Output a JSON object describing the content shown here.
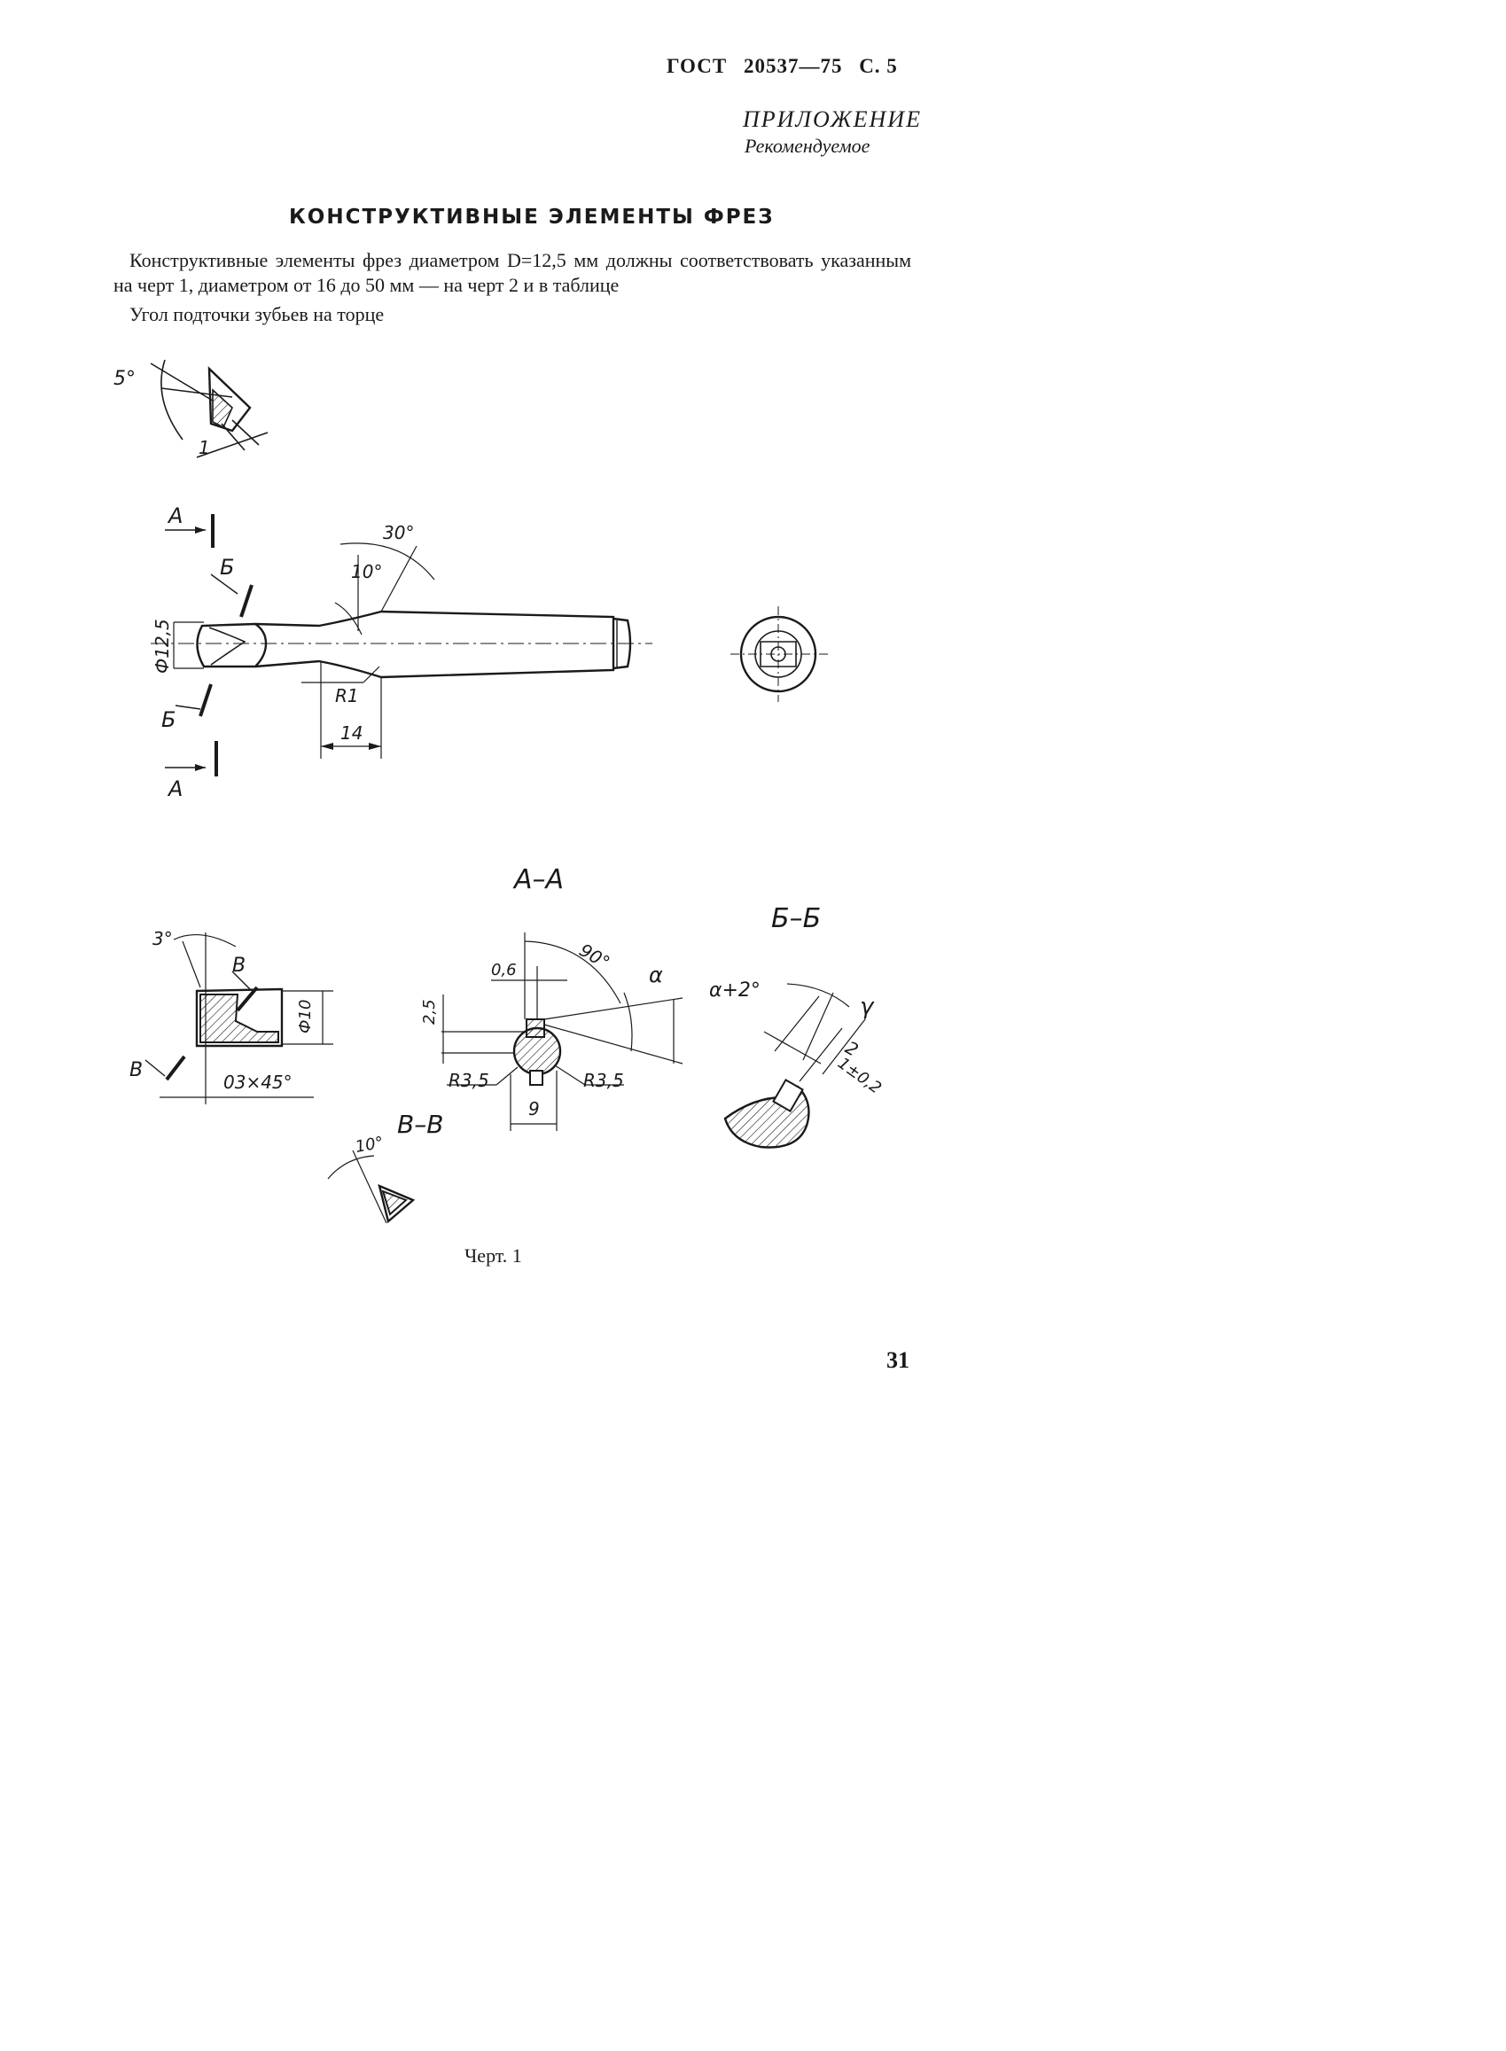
{
  "header": {
    "standard": "ГОСТ",
    "number": "20537—75",
    "page_ref": "С. 5"
  },
  "appendix": {
    "label": "ПРИЛОЖЕНИЕ",
    "status": "Рекомендуемое"
  },
  "title": "КОНСТРУКТИВНЫЕ ЭЛЕМЕНТЫ ФРЕЗ",
  "paragraphs": [
    "Конструктивные элементы фрез диаметром D=12,5 мм должны соответствовать указанным на черт 1, диаметром от 16 до 50 мм — на черт 2 и в таблице",
    "Угол подточки зубьев на торце"
  ],
  "drawing_labels": {
    "angle_5": "5°",
    "dim_1": "1",
    "section_A_top": "А",
    "section_A_bottom": "А",
    "section_B_top": "Б",
    "section_B_bottom": "Б",
    "angle_30": "30°",
    "angle_10": "10°",
    "dia_12_5": "Ф12,5",
    "radius_R1": "R1",
    "dim_14": "14",
    "view_AA": "А–А",
    "view_BB": "Б–Б",
    "angle_3": "3°",
    "label_V_top": "В",
    "label_V_bottom": "В",
    "dia_10": "Ф10",
    "chamfer": "03×45°",
    "angle_90": "90°",
    "dim_0_6": "0,6",
    "dim_2_5": "2,5",
    "alpha": "α",
    "alpha_plus_2": "α+2°",
    "radius_left": "R3,5",
    "radius_right": "R3,5",
    "dim_9": "9",
    "view_VV": "В–В",
    "angle_10_vv": "10°",
    "gamma": "γ",
    "dim_2": "2",
    "dim_1_tol": "1±0,2"
  },
  "caption": "Черт. 1",
  "page_number": "31"
}
